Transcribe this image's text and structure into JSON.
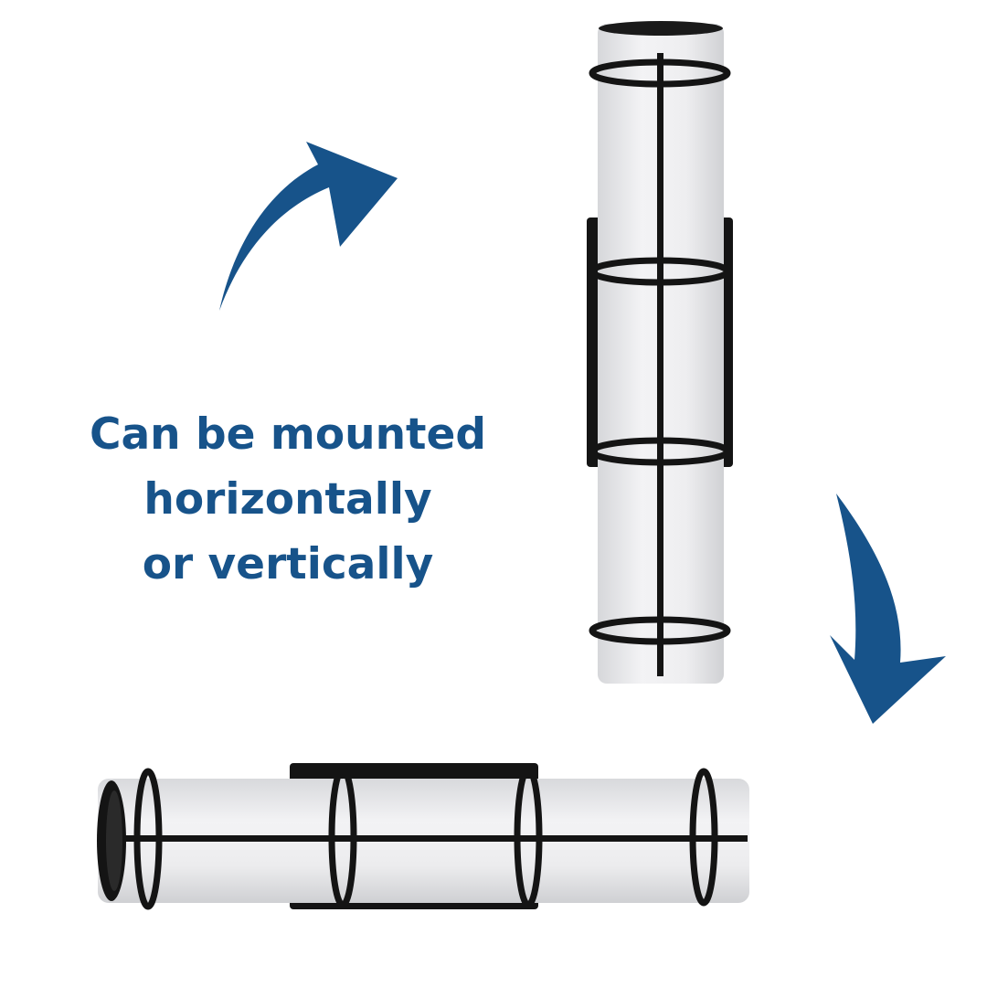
{
  "caption": {
    "line1": "Can be mounted",
    "line2": "horizontally",
    "line3": "or vertically"
  },
  "colors": {
    "arrow": "#17538a",
    "text": "#17538a",
    "frame": "#141414",
    "shade": "#ececee",
    "background": "#ffffff"
  },
  "icons": {
    "arrow_top": "curved-arrow-up-right-icon",
    "arrow_bottom": "curved-arrow-down-icon"
  }
}
